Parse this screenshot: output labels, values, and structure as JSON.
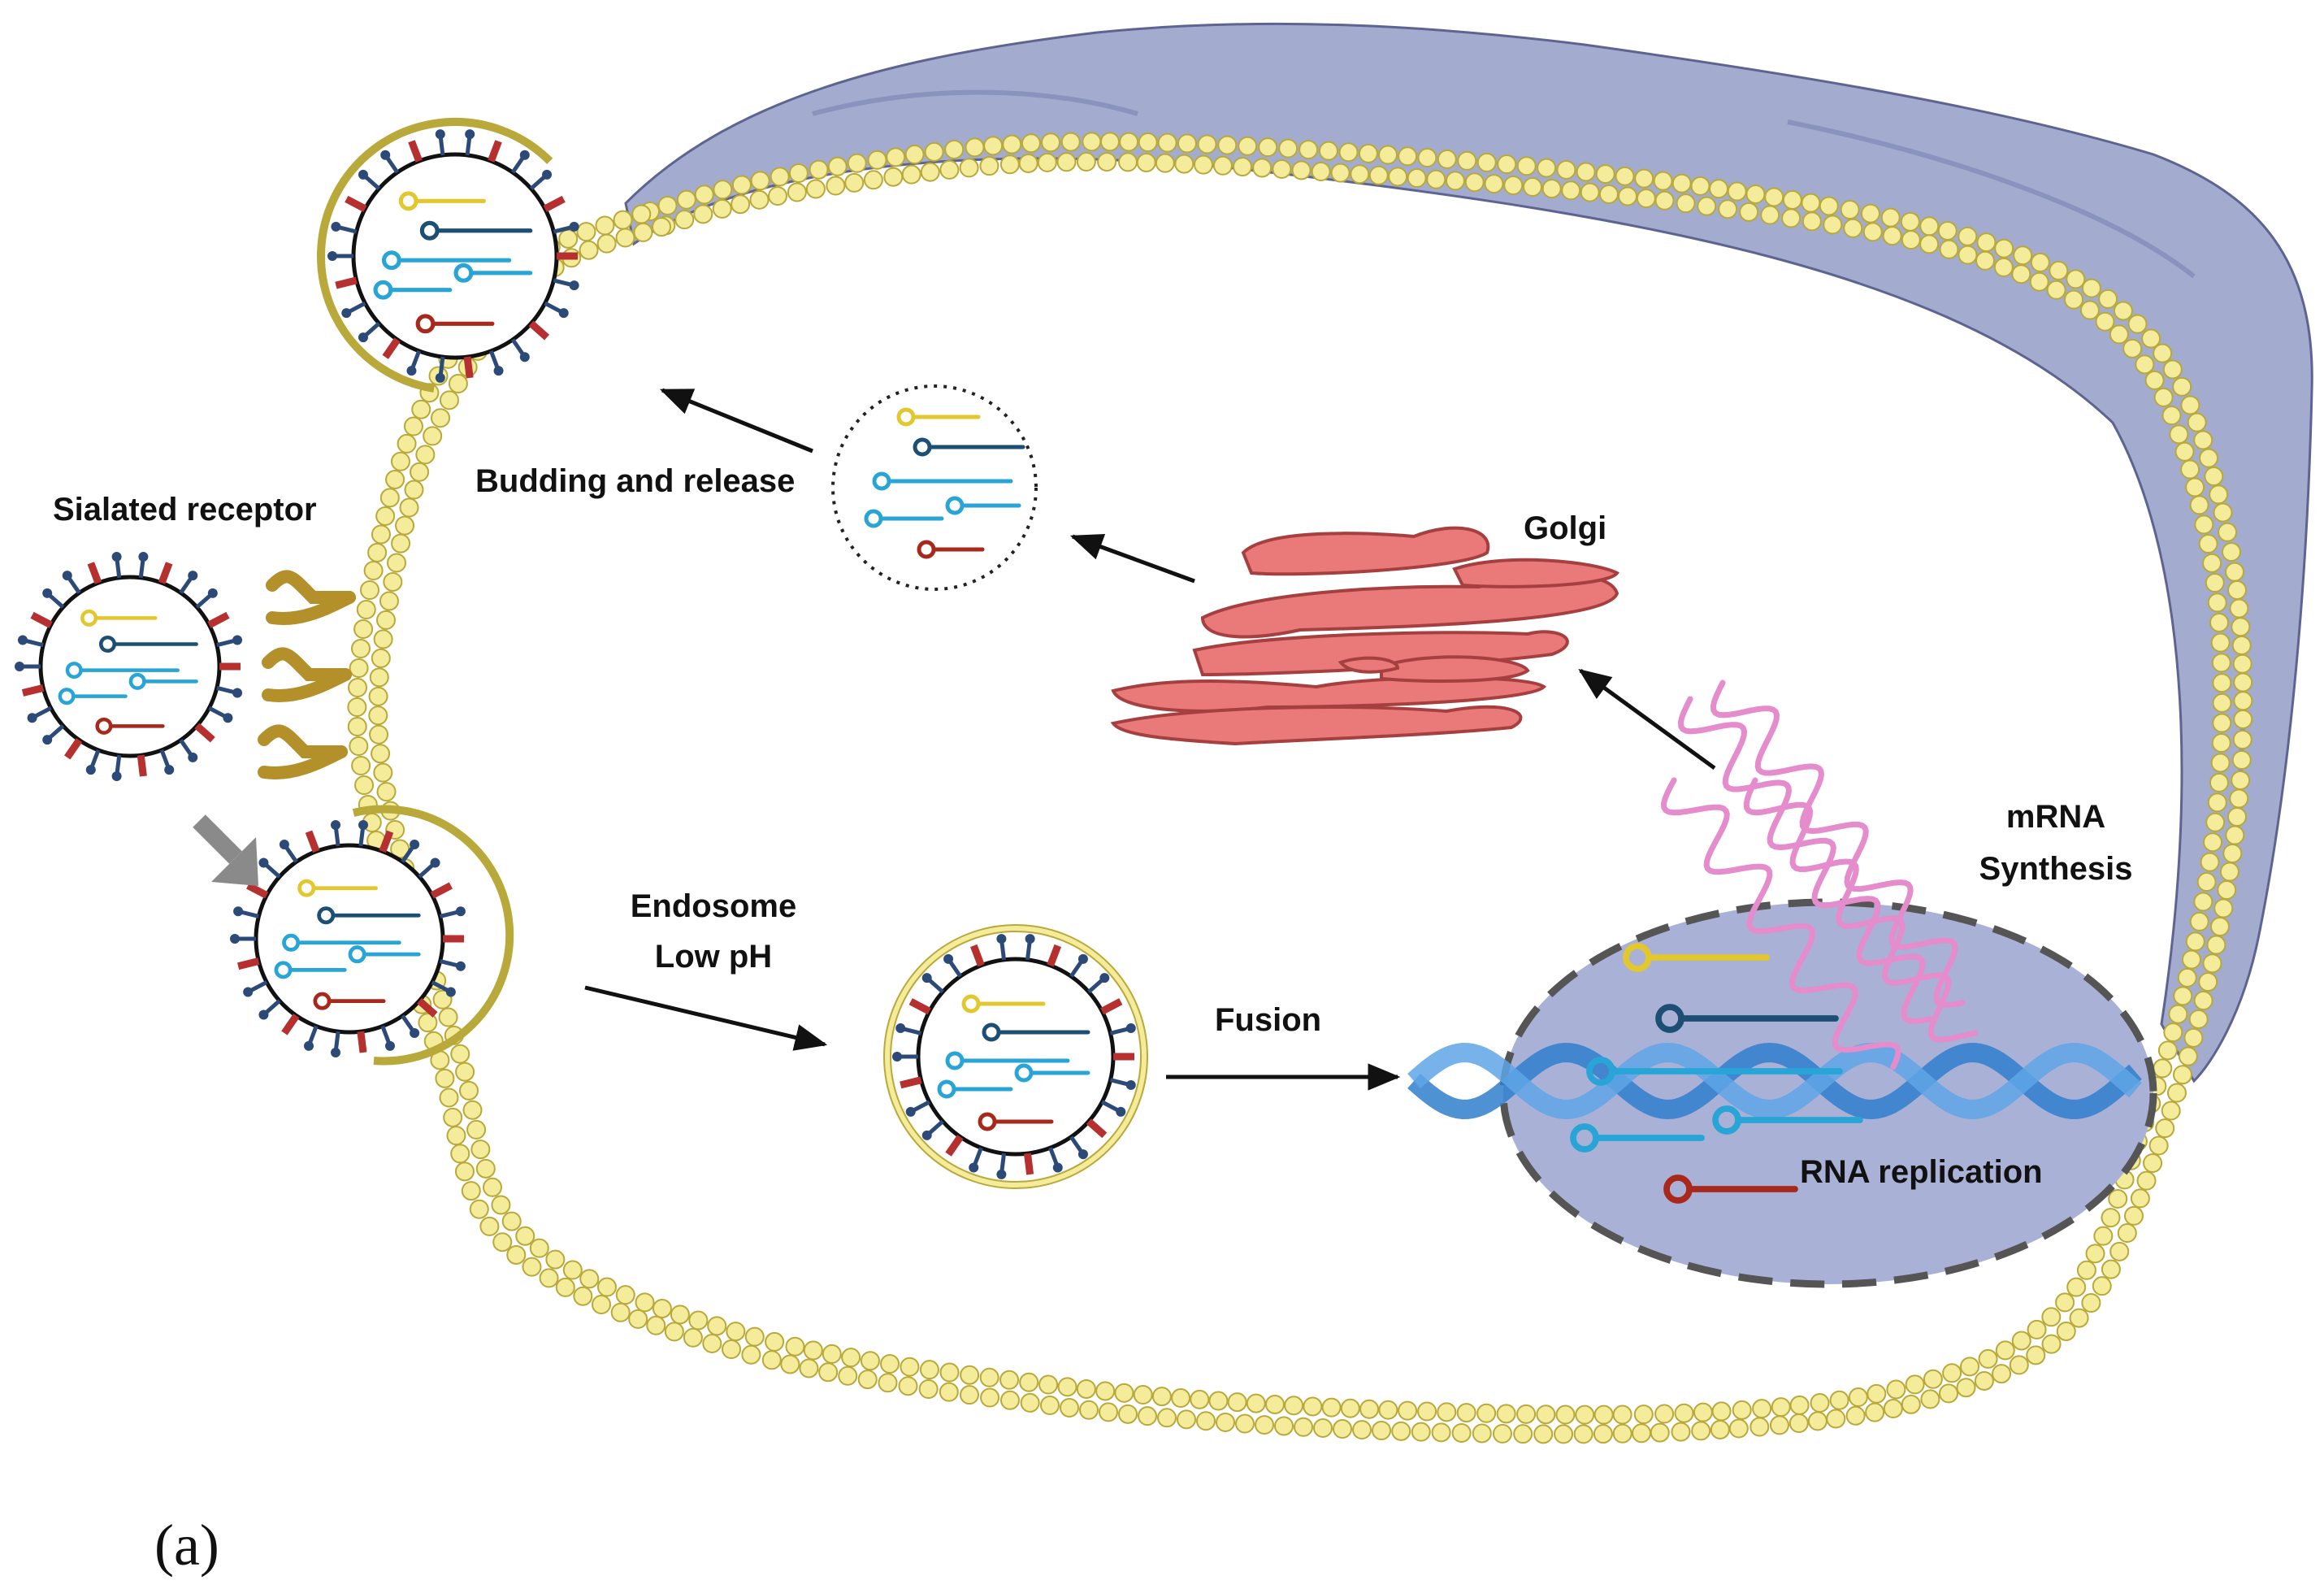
{
  "labels": {
    "sialated_receptor": "Sialated receptor",
    "budding_release": "Budding and release",
    "golgi": "Golgi",
    "endosome_line1": "Endosome",
    "endosome_line2": "Low pH",
    "fusion": "Fusion",
    "mrna_line1": "mRNA",
    "mrna_line2": "Synthesis",
    "rna_replication": "RNA replication",
    "panel": "(a)"
  },
  "colors": {
    "membrane_fill": "#f4ec9a",
    "membrane_stroke": "#b8a93a",
    "cytoplasm_edge": "#a3accf",
    "cytoplasm_shadow": "#8a93bd",
    "nucleus_fill": "#aab1d6",
    "golgi": "#ea7a7a",
    "mrna": "#e58ccc",
    "dna": "#2f7fcc",
    "receptor": "#b3902a",
    "strand_yellow": "#e2c72e",
    "strand_navy": "#1d4e74",
    "strand_cyan": "#28a5d6",
    "strand_red": "#a8281c",
    "spike_red": "#b63030",
    "spike_navy": "#2c4a78",
    "arrow_gray": "#8a8a8a"
  }
}
